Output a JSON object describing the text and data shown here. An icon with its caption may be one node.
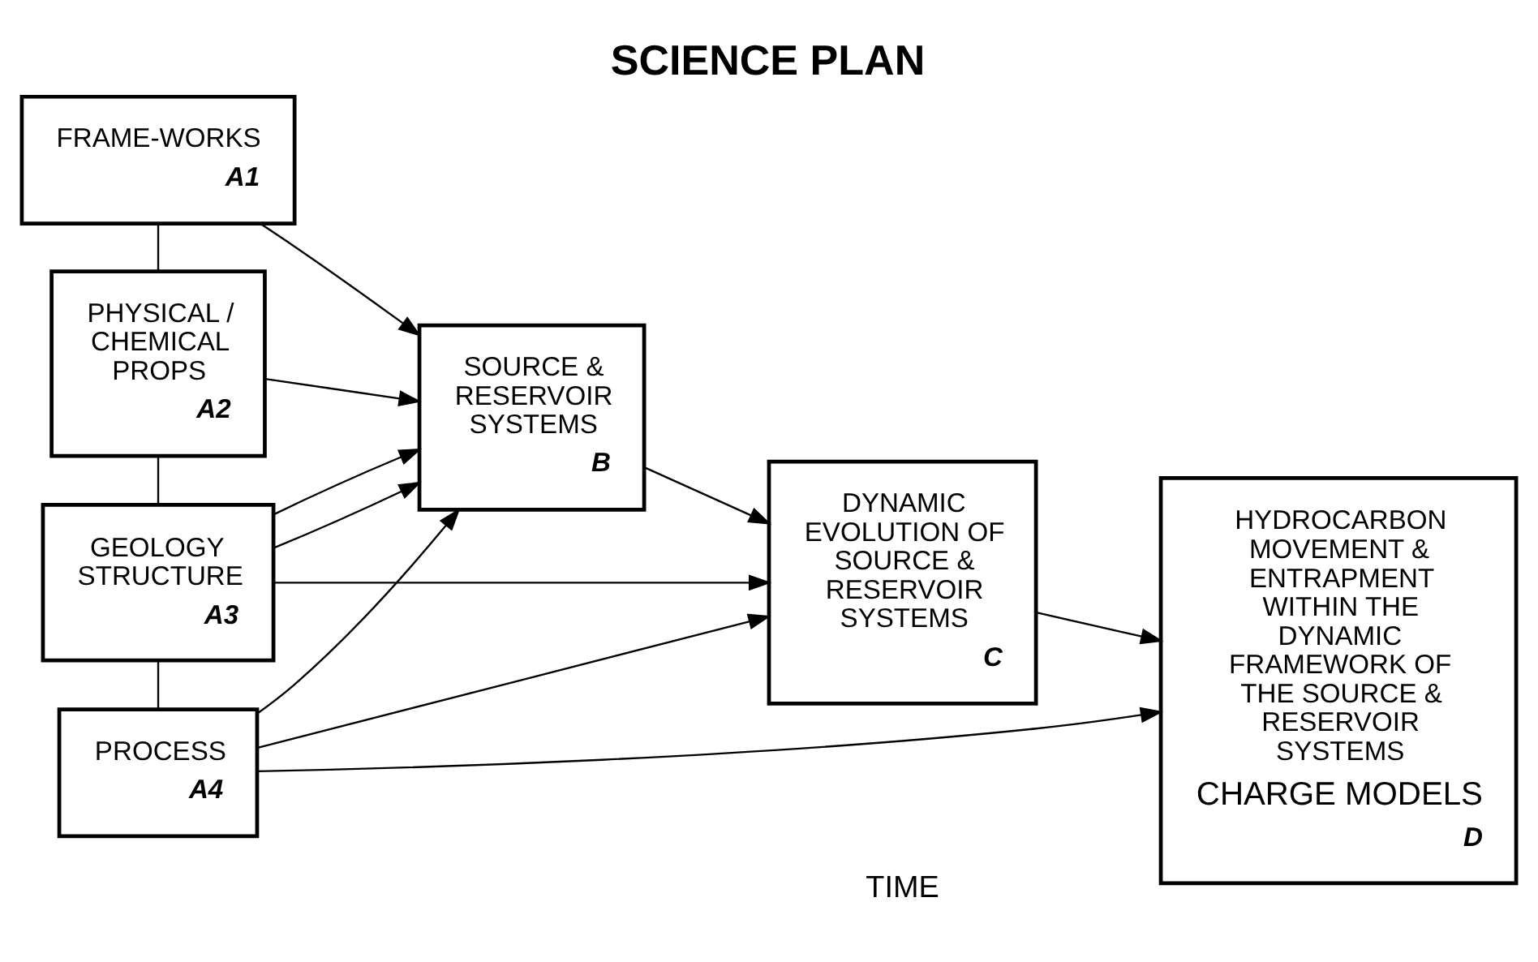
{
  "diagram": {
    "title": "SCIENCE PLAN",
    "nodes": [
      {
        "text": [
          "FRAME-WORKS",
          "A1"
        ]
      },
      {
        "text": [
          "PHYSICAL / CHEMICAL PROPS",
          "A2"
        ]
      },
      {
        "text": [
          "GEOLOGY STRUCTURE",
          "A3"
        ]
      },
      {
        "text": [
          "PROCESS",
          "A4"
        ]
      },
      {
        "text": [
          "SOURCE & RESERVOIR SYSTEMS",
          "B"
        ]
      },
      {
        "text": [
          "DYNAMIC EVOLUTION OF SOURCE & RESERVOIR SYSTEMS",
          "C"
        ]
      },
      {
        "text": [
          "HYDROCARBON MOVEMENT & ENTRAPMENT WITHIN THE DYNAMIC FRAMEWORK OF THE SOURCE & RESERVOIR SYSTEMS",
          "CHARGE MODELS",
          "D"
        ]
      }
    ],
    "edges": [
      {
        "from": 0,
        "to": 1,
        "arrow": "none"
      },
      {
        "from": 1,
        "to": 2,
        "arrow": "none"
      },
      {
        "from": 2,
        "to": 3,
        "arrow": "none"
      },
      {
        "from": 0,
        "to": 4,
        "arrow": "to"
      },
      {
        "from": 1,
        "to": 4,
        "arrow": "to"
      },
      {
        "from": 2,
        "to": 4,
        "arrow": "to"
      },
      {
        "from": 2,
        "to": 4,
        "arrow": "to"
      },
      {
        "from": 2,
        "to": 5,
        "arrow": "to"
      },
      {
        "from": 3,
        "to": 4,
        "arrow": "to"
      },
      {
        "from": 3,
        "to": 5,
        "arrow": "to"
      },
      {
        "from": 3,
        "to": 6,
        "arrow": "to"
      },
      {
        "from": 4,
        "to": 5,
        "arrow": "to"
      },
      {
        "from": 5,
        "to": 6,
        "arrow": "to"
      }
    ],
    "labels": [
      "TIME"
    ]
  }
}
